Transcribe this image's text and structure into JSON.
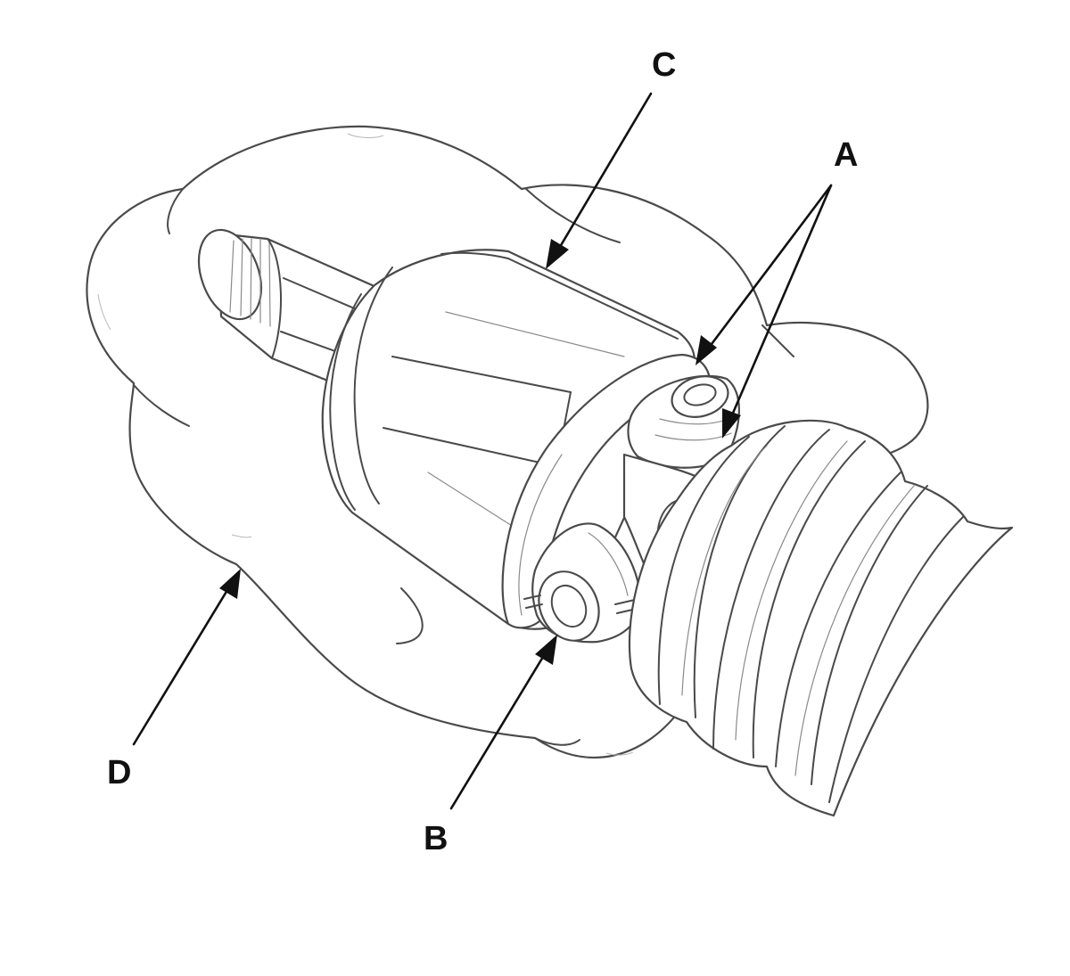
{
  "callouts": {
    "a": "A",
    "b": "B",
    "c": "C",
    "d": "D"
  },
  "colors": {
    "line": "#4a4a4a",
    "leader": "#111111",
    "background": "#ffffff"
  }
}
